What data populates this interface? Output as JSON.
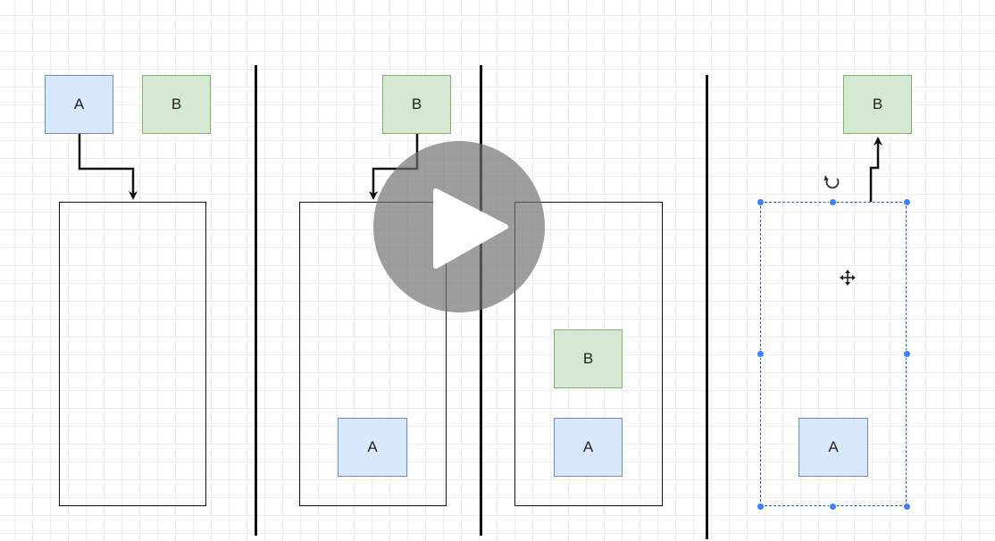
{
  "panel1": {
    "node_a": "A",
    "node_b": "B"
  },
  "panel2": {
    "node_b": "B",
    "node_a": "A"
  },
  "panel3": {
    "node_b": "B",
    "node_a": "A"
  },
  "panel4": {
    "node_b": "B",
    "node_a": "A"
  },
  "icons": {
    "play": "play-icon",
    "rotate": "rotate-icon",
    "move": "move-icon"
  },
  "colors": {
    "blue_fill": "#dae8fc",
    "blue_stroke": "#6c8ebf",
    "green_fill": "#d5e8d4",
    "green_stroke": "#82b366",
    "selection": "#3b82f6"
  }
}
